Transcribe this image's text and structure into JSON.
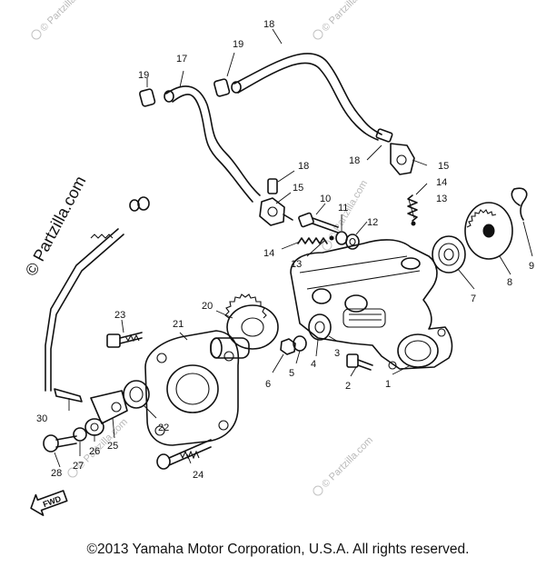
{
  "watermark": "© Partzilla.com",
  "callouts": [
    "1",
    "2",
    "3",
    "4",
    "5",
    "6",
    "7",
    "8",
    "9",
    "10",
    "11",
    "12",
    "13",
    "13",
    "14",
    "14",
    "15",
    "15",
    "17",
    "18",
    "18",
    "18",
    "19",
    "19",
    "20",
    "21",
    "22",
    "23",
    "24",
    "25",
    "26",
    "27",
    "28",
    "30"
  ],
  "front_arrow_label": "FWD",
  "copyright": "©2013  Yamaha Motor Corporation, U.S.A. All rights reserved."
}
